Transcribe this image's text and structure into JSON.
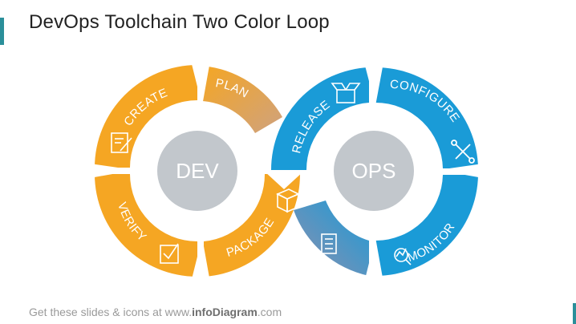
{
  "slide": {
    "title": "DevOps Toolchain Two Color Loop"
  },
  "footer": {
    "prefix": "Get these slides & icons at www.",
    "brand": "infoDiagram",
    "suffix": ".com"
  },
  "hubs": {
    "dev": "DEV",
    "ops": "OPS"
  },
  "segments": {
    "create": "CREATE",
    "plan": "PLAN",
    "verify": "VERIFY",
    "package": "PACKAGE",
    "release": "RELEASE",
    "configure": "CONFIGURE",
    "monitor": "MONITOR"
  },
  "colors": {
    "dev_orange": "#f5a623",
    "ops_blue": "#1a9bd7",
    "hub_gray": "#c2c7cc",
    "plan_fade": "#d6a27a",
    "package_fade": "#8c8fb0"
  },
  "icons": {
    "create": "edit-document-icon",
    "package": "box-icon",
    "verify": "checkbox-icon",
    "release": "open-box-icon",
    "configure": "tools-icon",
    "monitor": "analytics-icon",
    "checklist": "checklist-icon"
  }
}
